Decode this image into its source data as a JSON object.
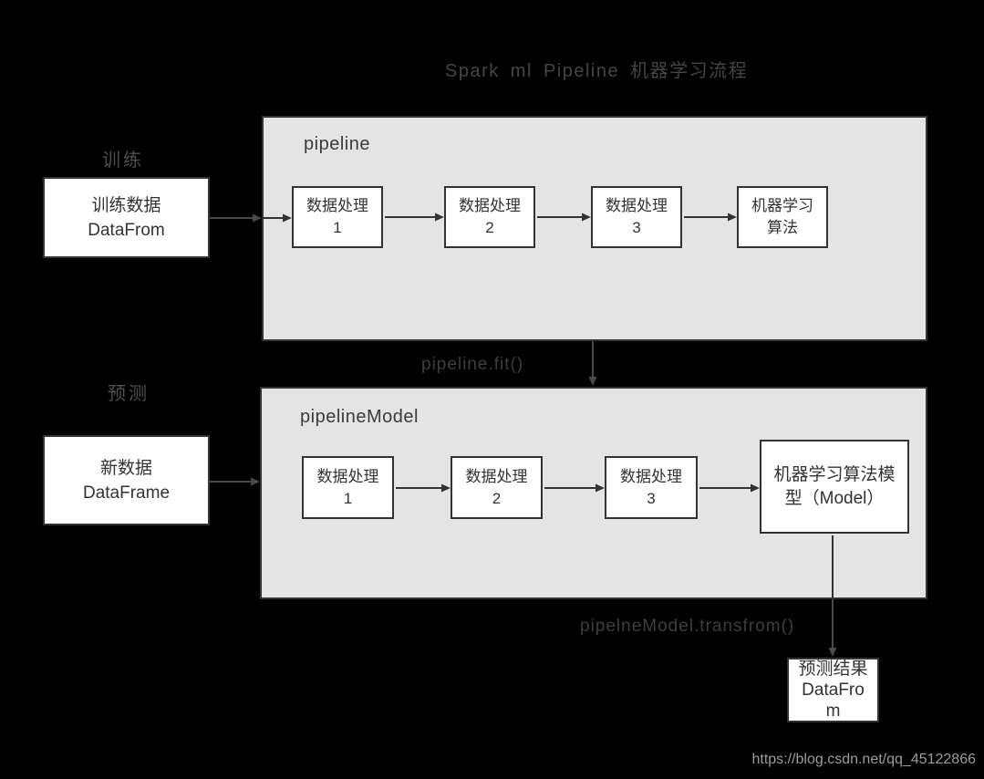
{
  "page": {
    "title": "Spark ml Pipeline 机器学习流程",
    "watermark": "https://blog.csdn.net/qq_45122866",
    "background_color": "#000000"
  },
  "colors": {
    "container_fill": "#e4e4e4",
    "container_border": "#333333",
    "box_fill": "#ffffff",
    "box_border": "#333333",
    "box_text": "#333333",
    "label_on_black": "#4f4f4f",
    "method_label": "#3e3e3e",
    "arrow_dark": "#333333",
    "arrow_on_black": "#4a4a4a",
    "watermark_text": "#9c9c9c"
  },
  "train": {
    "section_label": "训练",
    "input_box": {
      "lines": [
        "训练数据",
        "DataFrom"
      ]
    },
    "container_label": "pipeline",
    "stages": [
      {
        "lines": [
          "数据处理",
          "1"
        ]
      },
      {
        "lines": [
          "数据处理",
          "2"
        ]
      },
      {
        "lines": [
          "数据处理",
          "3"
        ]
      },
      {
        "lines": [
          "机器学习",
          "算法"
        ]
      }
    ],
    "fit_label": "pipeline.fit()"
  },
  "predict": {
    "section_label": "预测",
    "input_box": {
      "lines": [
        "新数据",
        "DataFrame"
      ]
    },
    "container_label": "pipelineModel",
    "stages": [
      {
        "lines": [
          "数据处理",
          "1"
        ]
      },
      {
        "lines": [
          "数据处理",
          "2"
        ]
      },
      {
        "lines": [
          "数据处理",
          "3"
        ]
      }
    ],
    "model_box": {
      "lines": [
        "机器学习算法模",
        "型（Model）"
      ]
    },
    "transform_label": "pipelneModel.transfrom()",
    "result_box": {
      "lines": [
        "预测结果",
        "DataFro",
        "m"
      ]
    }
  }
}
